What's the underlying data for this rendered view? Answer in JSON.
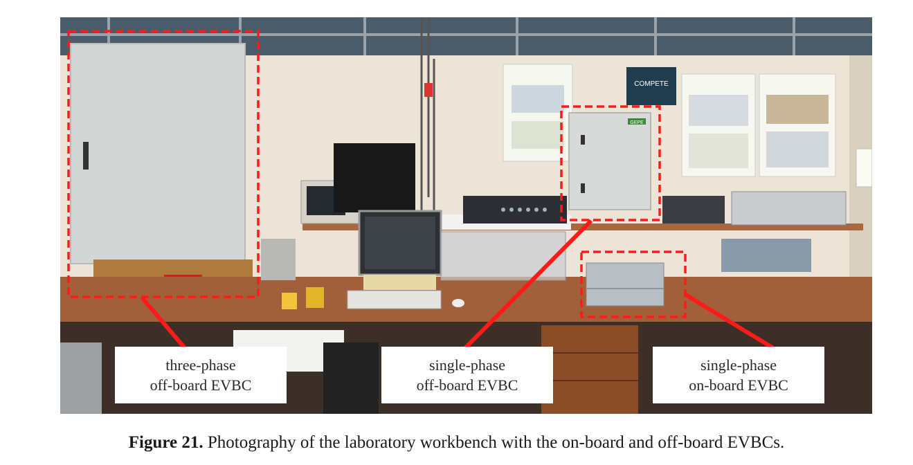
{
  "figure": {
    "caption_label": "Figure 21.",
    "caption_text": " Photography of the laboratory workbench with the on-board and off-board EVBCs."
  },
  "photo": {
    "callouts": [
      {
        "line1": "three-phase",
        "line2": "off-board EVBC"
      },
      {
        "line1": "single-phase",
        "line2": "off-board EVBC"
      },
      {
        "line1": "single-phase",
        "line2": "on-board EVBC"
      }
    ],
    "poster_compete_text": "COMPETE",
    "poster_brand_text": "GEPE",
    "annotation_color": "#ff1a1a",
    "wall_color": "#ece4d6",
    "bench_color": "#a2603a"
  }
}
